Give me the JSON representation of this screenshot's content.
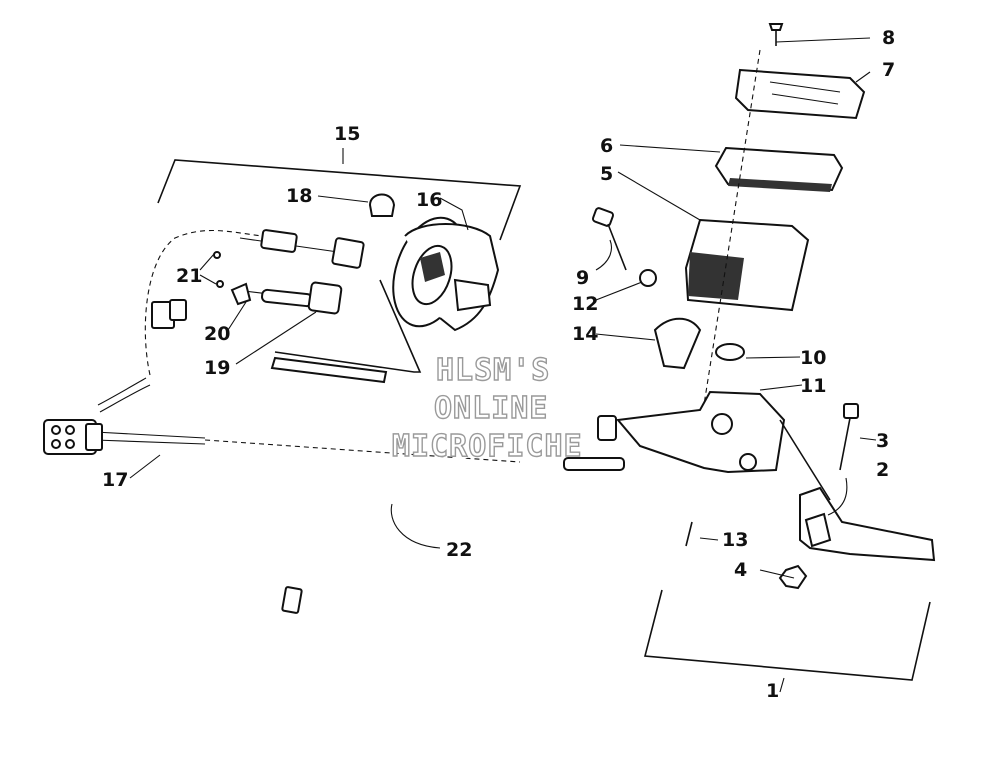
{
  "watermark": {
    "lines": [
      "HLSM'S",
      "ONLINE",
      "MICROFICHE"
    ]
  },
  "callouts": [
    {
      "id": "1",
      "label": "1"
    },
    {
      "id": "2",
      "label": "2"
    },
    {
      "id": "3",
      "label": "3"
    },
    {
      "id": "4",
      "label": "4"
    },
    {
      "id": "5",
      "label": "5"
    },
    {
      "id": "6",
      "label": "6"
    },
    {
      "id": "7",
      "label": "7"
    },
    {
      "id": "8",
      "label": "8"
    },
    {
      "id": "9",
      "label": "9"
    },
    {
      "id": "10",
      "label": "10"
    },
    {
      "id": "11",
      "label": "11"
    },
    {
      "id": "12",
      "label": "12"
    },
    {
      "id": "13",
      "label": "13"
    },
    {
      "id": "14",
      "label": "14"
    },
    {
      "id": "15",
      "label": "15"
    },
    {
      "id": "16",
      "label": "16"
    },
    {
      "id": "17",
      "label": "17"
    },
    {
      "id": "18",
      "label": "18"
    },
    {
      "id": "19",
      "label": "19"
    },
    {
      "id": "20",
      "label": "20"
    },
    {
      "id": "21",
      "label": "21"
    },
    {
      "id": "22",
      "label": "22"
    }
  ]
}
